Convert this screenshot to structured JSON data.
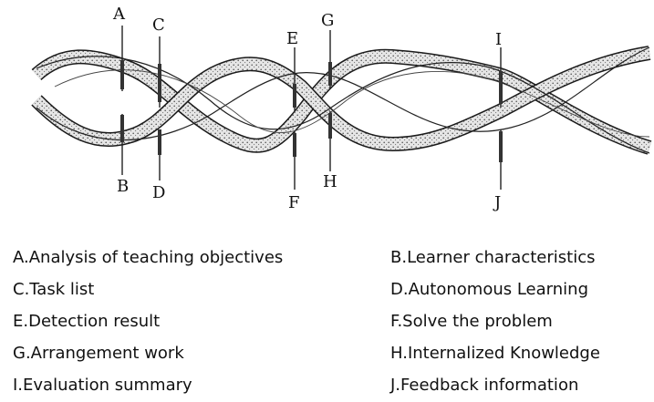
{
  "diagram": {
    "markers": [
      {
        "letter": "A"
      },
      {
        "letter": "B"
      },
      {
        "letter": "C"
      },
      {
        "letter": "D"
      },
      {
        "letter": "E"
      },
      {
        "letter": "F"
      },
      {
        "letter": "G"
      },
      {
        "letter": "H"
      },
      {
        "letter": "I"
      },
      {
        "letter": "J"
      }
    ]
  },
  "legend": {
    "items": [
      {
        "text": "A.Analysis of teaching objectives"
      },
      {
        "text": "B.Learner characteristics"
      },
      {
        "text": "C.Task list"
      },
      {
        "text": "D.Autonomous Learning"
      },
      {
        "text": "E.Detection result"
      },
      {
        "text": "F.Solve the problem"
      },
      {
        "text": "G.Arrangement work"
      },
      {
        "text": "H.Internalized Knowledge"
      },
      {
        "text": "I.Evaluation summary"
      },
      {
        "text": "J.Feedback information"
      }
    ]
  }
}
